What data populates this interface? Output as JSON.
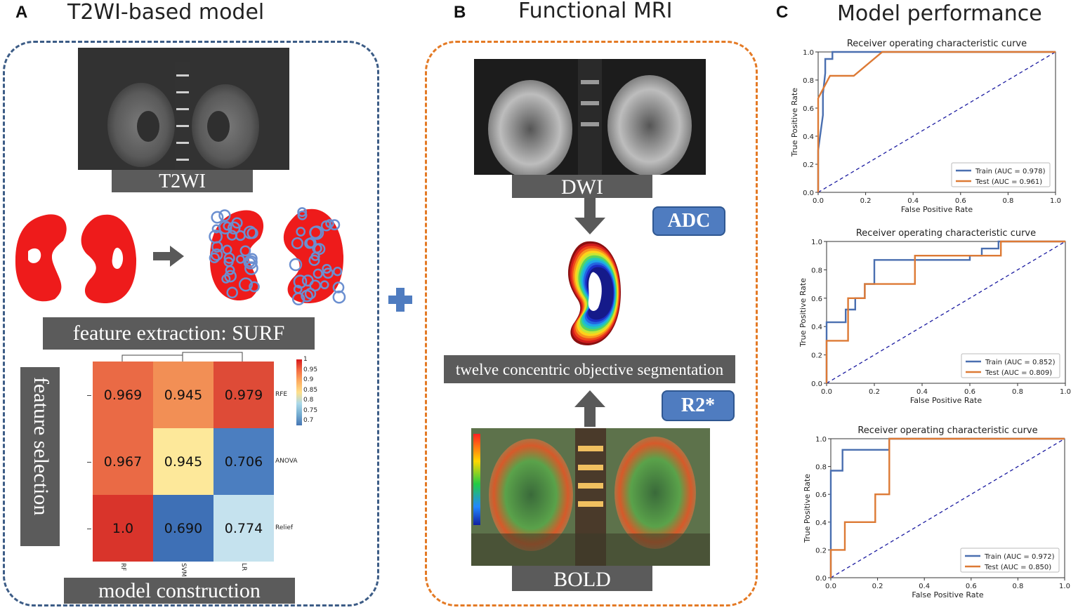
{
  "panel_a": {
    "letter": "A",
    "title": "T2WI-based model",
    "t2wi_label": "T2WI",
    "feature_extraction_label": "feature extraction: SURF",
    "feature_selection_label": "feature selection",
    "model_construction_label": "model construction",
    "heatmap": {
      "rows": [
        "RFE",
        "ANOVA",
        "Relief"
      ],
      "cols": [
        "RF",
        "SVM",
        "LR"
      ],
      "values": [
        [
          "0.969",
          "0.945",
          "0.979"
        ],
        [
          "0.967",
          "0.945",
          "0.706"
        ],
        [
          "1.0",
          "0.690",
          "0.774"
        ]
      ],
      "colors": [
        [
          "#ea6a45",
          "#f28f55",
          "#de4b37"
        ],
        [
          "#ea6a45",
          "#fde89a",
          "#4b7ec0"
        ],
        [
          "#d9342b",
          "#3e70b6",
          "#c5e2ee"
        ]
      ],
      "colorbar_ticks": [
        "1",
        "0.95",
        "0.9",
        "0.85",
        "0.8",
        "0.75",
        "0.7"
      ]
    }
  },
  "panel_b": {
    "letter": "B",
    "title": "Functional MRI",
    "dwi_label": "DWI",
    "adc_label": "ADC",
    "segmentation_label": "twelve concentric objective segmentation",
    "r2_label": "R2*",
    "bold_label": "BOLD"
  },
  "plus_sign": "+",
  "panel_c": {
    "letter": "C",
    "title": "Model performance",
    "colors": {
      "train": "#4a6fb0",
      "test": "#dd7a35",
      "diagonal": "#1a1aa0"
    },
    "axis_ticks": [
      "0.0",
      "0.2",
      "0.4",
      "0.6",
      "0.8",
      "1.0"
    ]
  },
  "chart_data": [
    {
      "type": "line",
      "title": "Receiver operating characteristic curve",
      "xlabel": "False Positive Rate",
      "ylabel": "True Positive Rate",
      "xlim": [
        0,
        1
      ],
      "ylim": [
        0,
        1
      ],
      "legend": "bottom-right",
      "series": [
        {
          "name": "Train (AUC = 0.978)",
          "x": [
            0,
            0,
            0.02,
            0.02,
            0.03,
            0.03,
            0.06,
            0.06,
            0.26,
            1.0
          ],
          "y": [
            0,
            0.3,
            0.55,
            0.7,
            0.85,
            0.95,
            0.95,
            1.0,
            1.0,
            1.0
          ]
        },
        {
          "name": "Test (AUC = 0.961)",
          "x": [
            0,
            0,
            0.05,
            0.1,
            0.15,
            0.27,
            1.0
          ],
          "y": [
            0,
            0.67,
            0.83,
            0.83,
            0.83,
            1.0,
            1.0
          ]
        }
      ]
    },
    {
      "type": "line",
      "title": "Receiver operating characteristic curve",
      "xlabel": "False Positive Rate",
      "ylabel": "True Positive Rate",
      "xlim": [
        0,
        1
      ],
      "ylim": [
        0,
        1
      ],
      "legend": "bottom-right",
      "series": [
        {
          "name": "Train (AUC = 0.852)",
          "x": [
            0,
            0,
            0.08,
            0.08,
            0.12,
            0.12,
            0.16,
            0.16,
            0.2,
            0.2,
            0.35,
            0.35,
            0.6,
            0.6,
            0.65,
            0.65,
            0.72,
            0.72,
            1.0
          ],
          "y": [
            0,
            0.43,
            0.43,
            0.52,
            0.52,
            0.6,
            0.6,
            0.7,
            0.7,
            0.87,
            0.87,
            0.87,
            0.87,
            0.9,
            0.9,
            0.95,
            0.95,
            1.0,
            1.0
          ]
        },
        {
          "name": "Test (AUC = 0.809)",
          "x": [
            0,
            0,
            0.09,
            0.09,
            0.16,
            0.16,
            0.19,
            0.19,
            0.37,
            0.37,
            0.73,
            0.73,
            1.0
          ],
          "y": [
            0,
            0.3,
            0.3,
            0.6,
            0.6,
            0.7,
            0.7,
            0.7,
            0.7,
            0.9,
            0.9,
            1.0,
            1.0
          ]
        }
      ]
    },
    {
      "type": "line",
      "title": "Receiver operating characteristic curve",
      "xlabel": "False Positive Rate",
      "ylabel": "True Positive Rate",
      "xlim": [
        0,
        1
      ],
      "ylim": [
        0,
        1
      ],
      "legend": "bottom-right",
      "series": [
        {
          "name": "Train (AUC = 0.972)",
          "x": [
            0,
            0,
            0.05,
            0.05,
            0.25,
            0.25,
            1.0
          ],
          "y": [
            0,
            0.77,
            0.77,
            0.92,
            0.92,
            1.0,
            1.0
          ]
        },
        {
          "name": "Test (AUC = 0.850)",
          "x": [
            0,
            0,
            0.06,
            0.06,
            0.19,
            0.19,
            0.25,
            0.25,
            1.0
          ],
          "y": [
            0,
            0.2,
            0.2,
            0.4,
            0.4,
            0.6,
            0.6,
            1.0,
            1.0
          ]
        }
      ]
    }
  ]
}
